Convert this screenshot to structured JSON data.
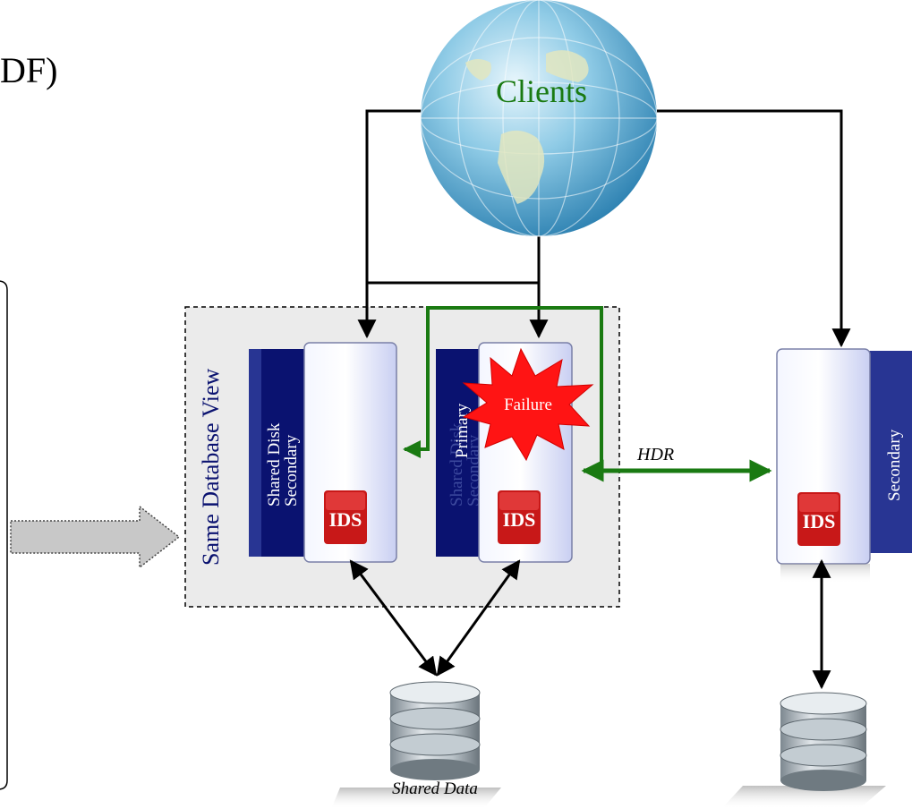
{
  "title_fragment": "DF)",
  "clients_label": "Clients",
  "same_database_view_label": "Same Database View",
  "failure_label": "Failure",
  "hdr_label": "HDR",
  "shared_data_label": "Shared Data",
  "servers": {
    "sds": {
      "role_line1": "Shared Disk",
      "role_line2": "Secondary",
      "product": "IDS"
    },
    "primary": {
      "ghost_line1": "Shared Disk",
      "ghost_line2": "Secondary",
      "role": "Primary",
      "product": "IDS"
    },
    "hdr_secondary": {
      "role": "Secondary",
      "product": "IDS"
    }
  },
  "colors": {
    "navy": "#0a1270",
    "navy_bar": "#283593",
    "green": "#1a7a12",
    "red": "#cc1111",
    "failure_red": "#ff1414",
    "panel_gray": "#ebebeb"
  },
  "icons": [
    "globe-icon",
    "failure-burst-icon",
    "database-icon"
  ]
}
